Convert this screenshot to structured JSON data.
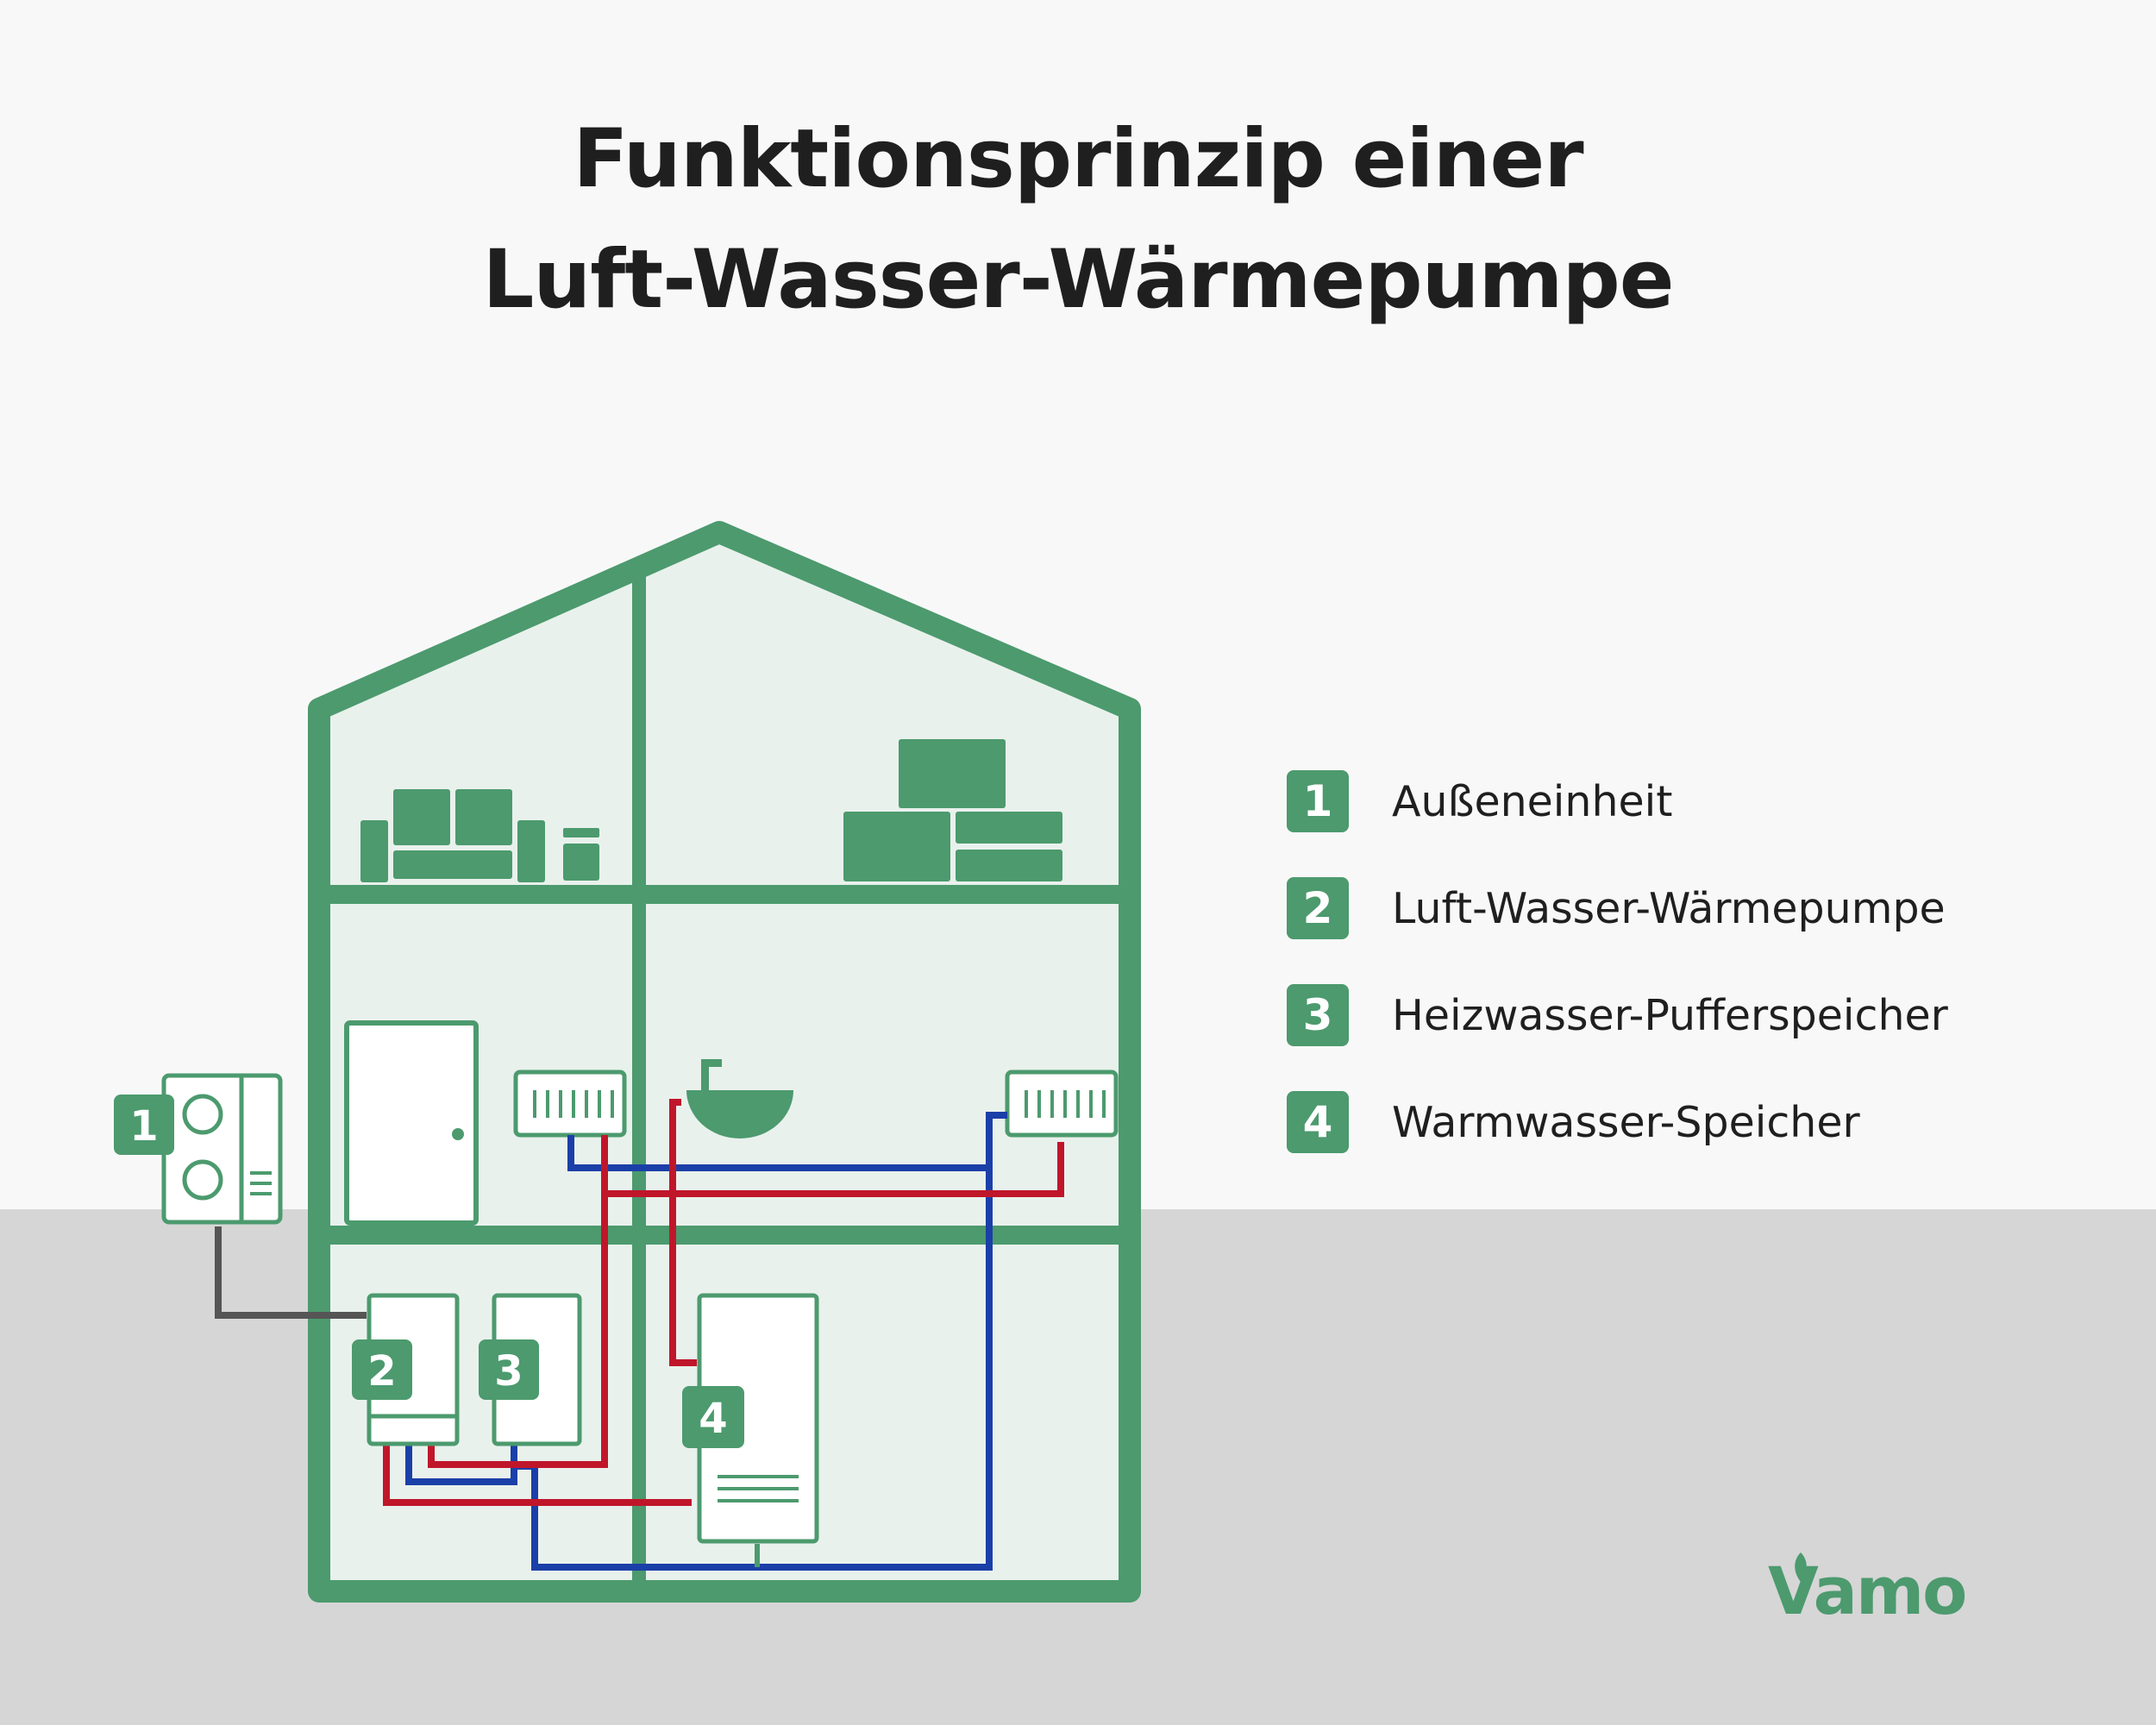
{
  "title": {
    "line1": "Funktionsprinzip einer",
    "line2": "Luft-Wasser-Wärmepumpe"
  },
  "colors": {
    "house_green": "#4c9a6e",
    "house_fill": "#e9f1ec",
    "hot_pipe": "#c0162a",
    "cold_pipe": "#1b3fa8",
    "ground": "#d6d6d6",
    "cable": "#555555"
  },
  "badges": {
    "outdoor_unit": "1",
    "heat_pump": "2",
    "buffer_tank": "3",
    "hot_water_tank": "4"
  },
  "legend": [
    {
      "number": "1",
      "label": "Außeneinheit"
    },
    {
      "number": "2",
      "label": "Luft-Wasser-Wärmepumpe"
    },
    {
      "number": "3",
      "label": "Heizwasser-Pufferspeicher"
    },
    {
      "number": "4",
      "label": "Warmwasser-Speicher"
    }
  ],
  "brand": {
    "name": "Vamo",
    "icon": "leaf-icon"
  },
  "icons": [
    "sofa-icon",
    "tv-stand-icon",
    "door-icon",
    "radiator-icon",
    "sink-icon",
    "fan-unit-icon"
  ]
}
